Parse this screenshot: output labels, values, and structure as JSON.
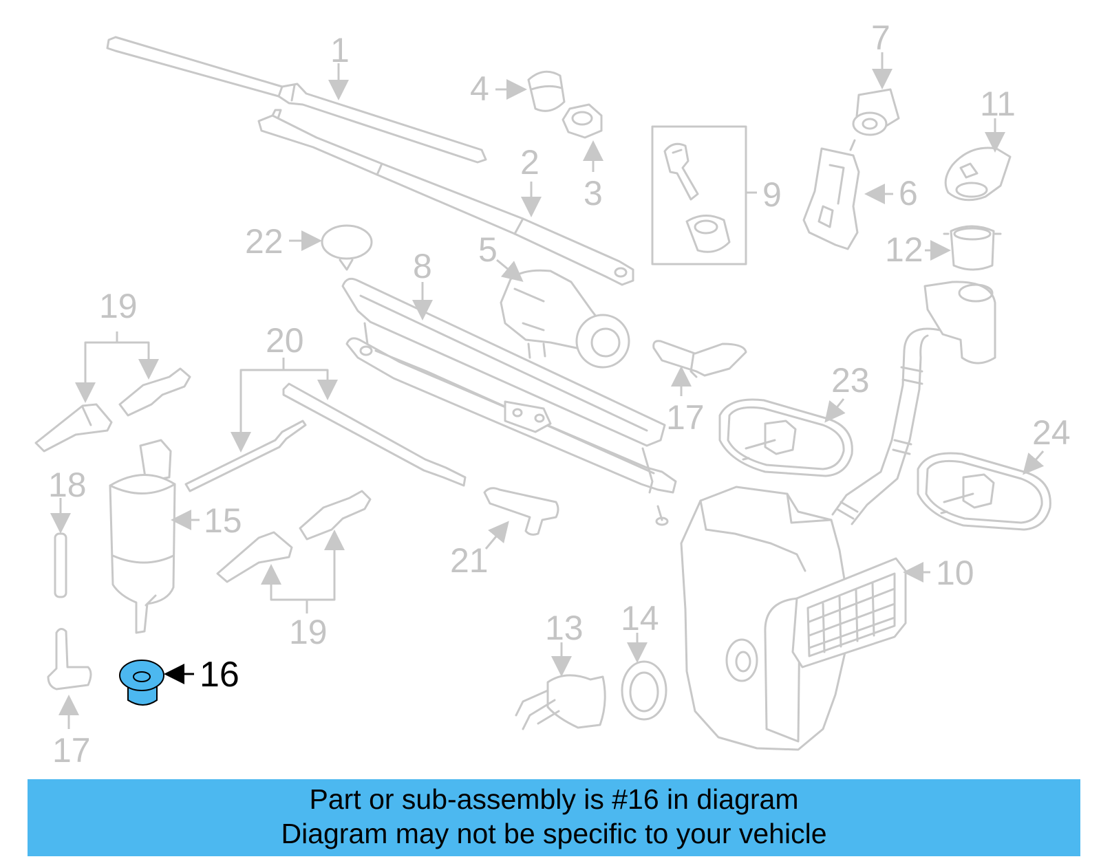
{
  "diagram": {
    "highlight_color": "#4cb8f0",
    "part_color": "#c8c8c8",
    "labels": {
      "l1": "1",
      "l2": "2",
      "l3": "3",
      "l4": "4",
      "l5": "5",
      "l6": "6",
      "l7": "7",
      "l8": "8",
      "l9": "9",
      "l10": "10",
      "l11": "11",
      "l12": "12",
      "l13": "13",
      "l14": "14",
      "l15": "15",
      "l16": "16",
      "l17a": "17",
      "l17b": "17",
      "l18": "18",
      "l19a": "19",
      "l19b": "19",
      "l20": "20",
      "l21": "21",
      "l22": "22",
      "l23": "23",
      "l24": "24"
    }
  },
  "banner": {
    "line1": "Part or sub-assembly is #16 in diagram",
    "line2": "Diagram may not be specific to your vehicle",
    "background": "#4cb8f0"
  }
}
